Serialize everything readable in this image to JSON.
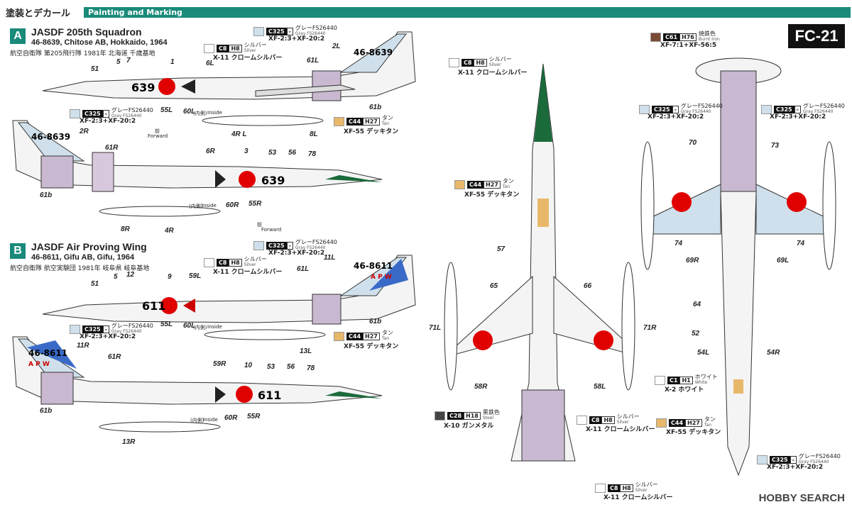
{
  "header": {
    "title_jp": "塗装とデカール",
    "title_en": "Painting and Marking",
    "sheet_code": "FC-21"
  },
  "schemes": [
    {
      "letter": "A",
      "title": "JASDF 205th Squadron",
      "subtitle": "46-8639, Chitose AB, Hokkaido, 1964",
      "title_jp": "航空自衛隊 第205飛行隊 1981年 北海道 千歳基地",
      "tail_code": "46-8639",
      "nose_number": "639"
    },
    {
      "letter": "B",
      "title": "JASDF Air Proving Wing",
      "subtitle": "46-8611, Gifu AB, Gifu, 1964",
      "title_jp": "航空自衛隊 航空実験団 1981年 岐阜県 岐阜基地",
      "tail_code": "46-8611",
      "tail_letters": "A P W",
      "nose_number": "611"
    }
  ],
  "colors": {
    "c325": {
      "code": "C325",
      "h": "-",
      "name_jp": "グレーFS26440",
      "name_en": "Gray FS26440",
      "mix": "XF-2:3+XF-20:2",
      "hex": "#cfe0ec"
    },
    "c8": {
      "code": "C8",
      "h": "H8",
      "name_jp": "シルバー",
      "name_en": "Silver",
      "mix": "X-11 クロームシルバー",
      "hex": "#ffffff"
    },
    "c44": {
      "code": "C44",
      "h": "H27",
      "name_jp": "タン",
      "name_en": "Tan",
      "mix": "XF-55 デッキタン",
      "hex": "#e8b86a"
    },
    "c61": {
      "code": "C61",
      "h": "H76",
      "name_jp": "焼鉄色",
      "name_en": "Burnt Iron",
      "mix": "XF-7:1+XF-56:5",
      "hex": "#7a4a35"
    },
    "c1": {
      "code": "C1",
      "h": "H1",
      "name_jp": "ホワイト",
      "name_en": "White",
      "mix": "X-2 ホワイト",
      "hex": "#ffffff"
    },
    "c28": {
      "code": "C28",
      "h": "H18",
      "name_jp": "黒鉄色",
      "name_en": "Steel",
      "mix": "X-10 ガンメタル",
      "hex": "#444444"
    }
  },
  "labels": {
    "forward": "Forward",
    "forward_jp": "前",
    "inside": "Inside",
    "inside_jp": "(内側)",
    "a_top": [
      "51",
      "5",
      "7",
      "1",
      "6L",
      "2L",
      "61L",
      "55L",
      "60L",
      "4R L",
      "8L",
      "61b"
    ],
    "a_bot": [
      "2R",
      "61R",
      "6R",
      "3",
      "53",
      "56",
      "78",
      "61b",
      "8R",
      "4R",
      "55R",
      "60R"
    ],
    "b_top": [
      "51",
      "5",
      "12",
      "9",
      "59L",
      "11L",
      "61L",
      "55L",
      "60L",
      "13L",
      "61b"
    ],
    "b_bot": [
      "11R",
      "61R",
      "59R",
      "10",
      "53",
      "56",
      "78",
      "61b",
      "60R",
      "55R",
      "13R"
    ],
    "mid": [
      "57",
      "65",
      "66",
      "71L",
      "71R",
      "58R",
      "58L"
    ],
    "right": [
      "70",
      "73",
      "74",
      "74",
      "69R",
      "69L",
      "64",
      "52",
      "54L",
      "54R"
    ]
  },
  "footer": {
    "watermark": "HOBBY SEARCH"
  }
}
